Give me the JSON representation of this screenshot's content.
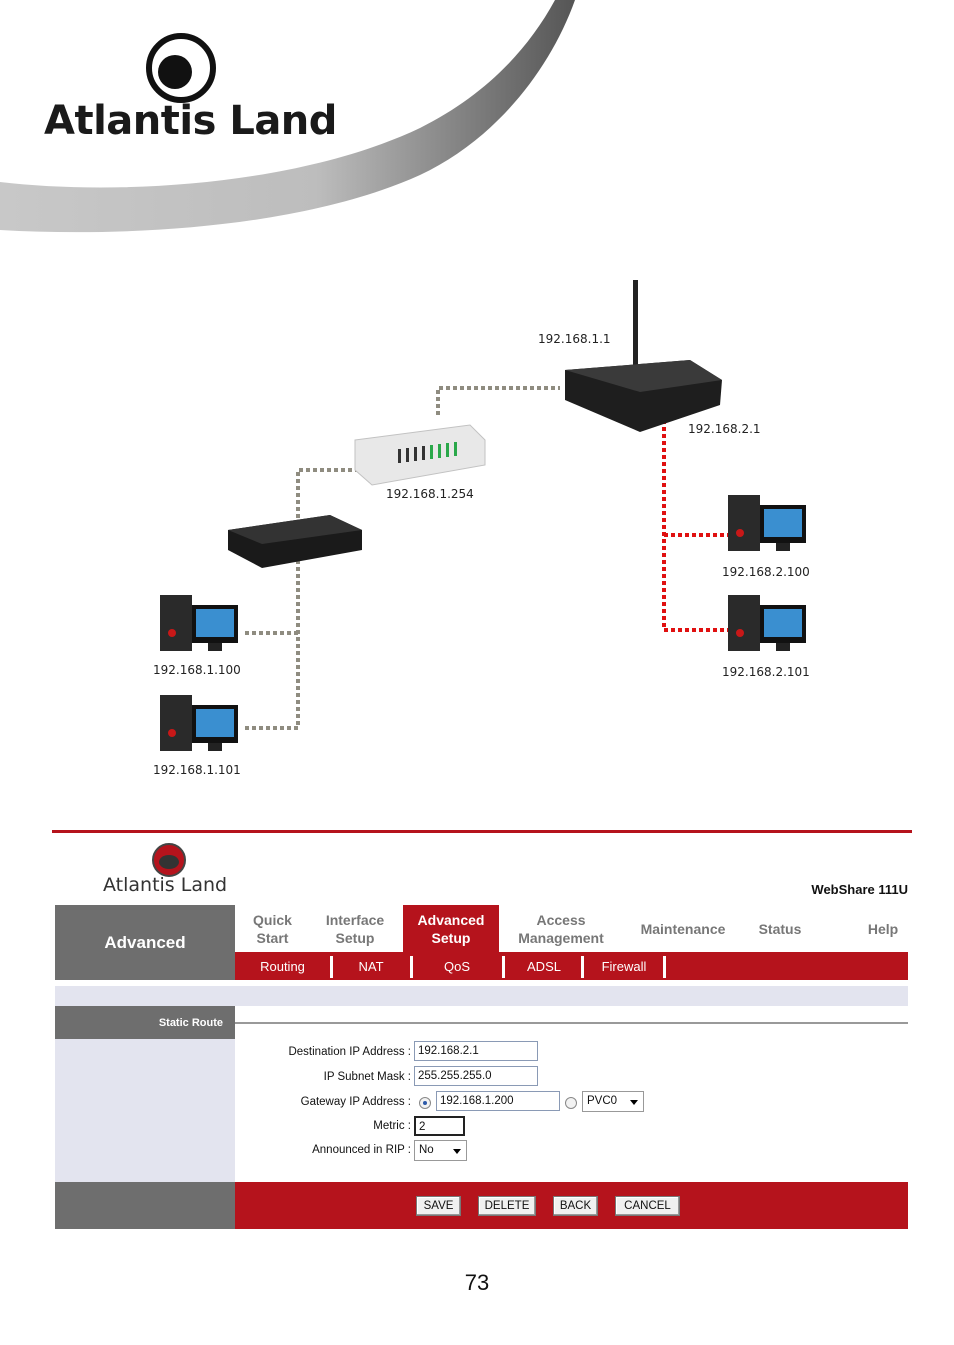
{
  "header": {
    "brand": "Atlantis Land"
  },
  "diagram": {
    "labels": {
      "router": "192.168.1.1",
      "router_lan": "192.168.2.1",
      "modem": "192.168.1.254",
      "pc1": "192.168.1.100",
      "pc2": "192.168.1.101",
      "pc3": "192.168.2.100",
      "pc4": "192.168.2.101"
    }
  },
  "ui": {
    "brand": "Atlantis Land",
    "product": "WebShare 111U",
    "section": "Advanced",
    "menu": [
      {
        "label": "Quick Start"
      },
      {
        "label": "Interface Setup"
      },
      {
        "label": "Advanced Setup"
      },
      {
        "label": "Access Management"
      },
      {
        "label": "Maintenance"
      },
      {
        "label": "Status"
      },
      {
        "label": "Help"
      }
    ],
    "submenu": [
      "Routing",
      "NAT",
      "QoS",
      "ADSL",
      "Firewall"
    ],
    "form_title": "Static Route",
    "form": {
      "dest_label": "Destination IP Address :",
      "dest_value": "192.168.2.1",
      "mask_label": "IP Subnet Mask :",
      "mask_value": "255.255.255.0",
      "gw_label": "Gateway IP Address :",
      "gw_value": "192.168.1.200",
      "pvc_value": "PVC0",
      "metric_label": "Metric :",
      "metric_value": "2",
      "rip_label": "Announced in RIP :",
      "rip_value": "No"
    },
    "buttons": {
      "save": "SAVE",
      "delete": "DELETE",
      "back": "BACK",
      "cancel": "CANCEL"
    }
  },
  "page_number": "73",
  "colors": {
    "brand_red": "#b5131c",
    "gray": "#6e6e6e",
    "light": "#e3e4ef"
  }
}
